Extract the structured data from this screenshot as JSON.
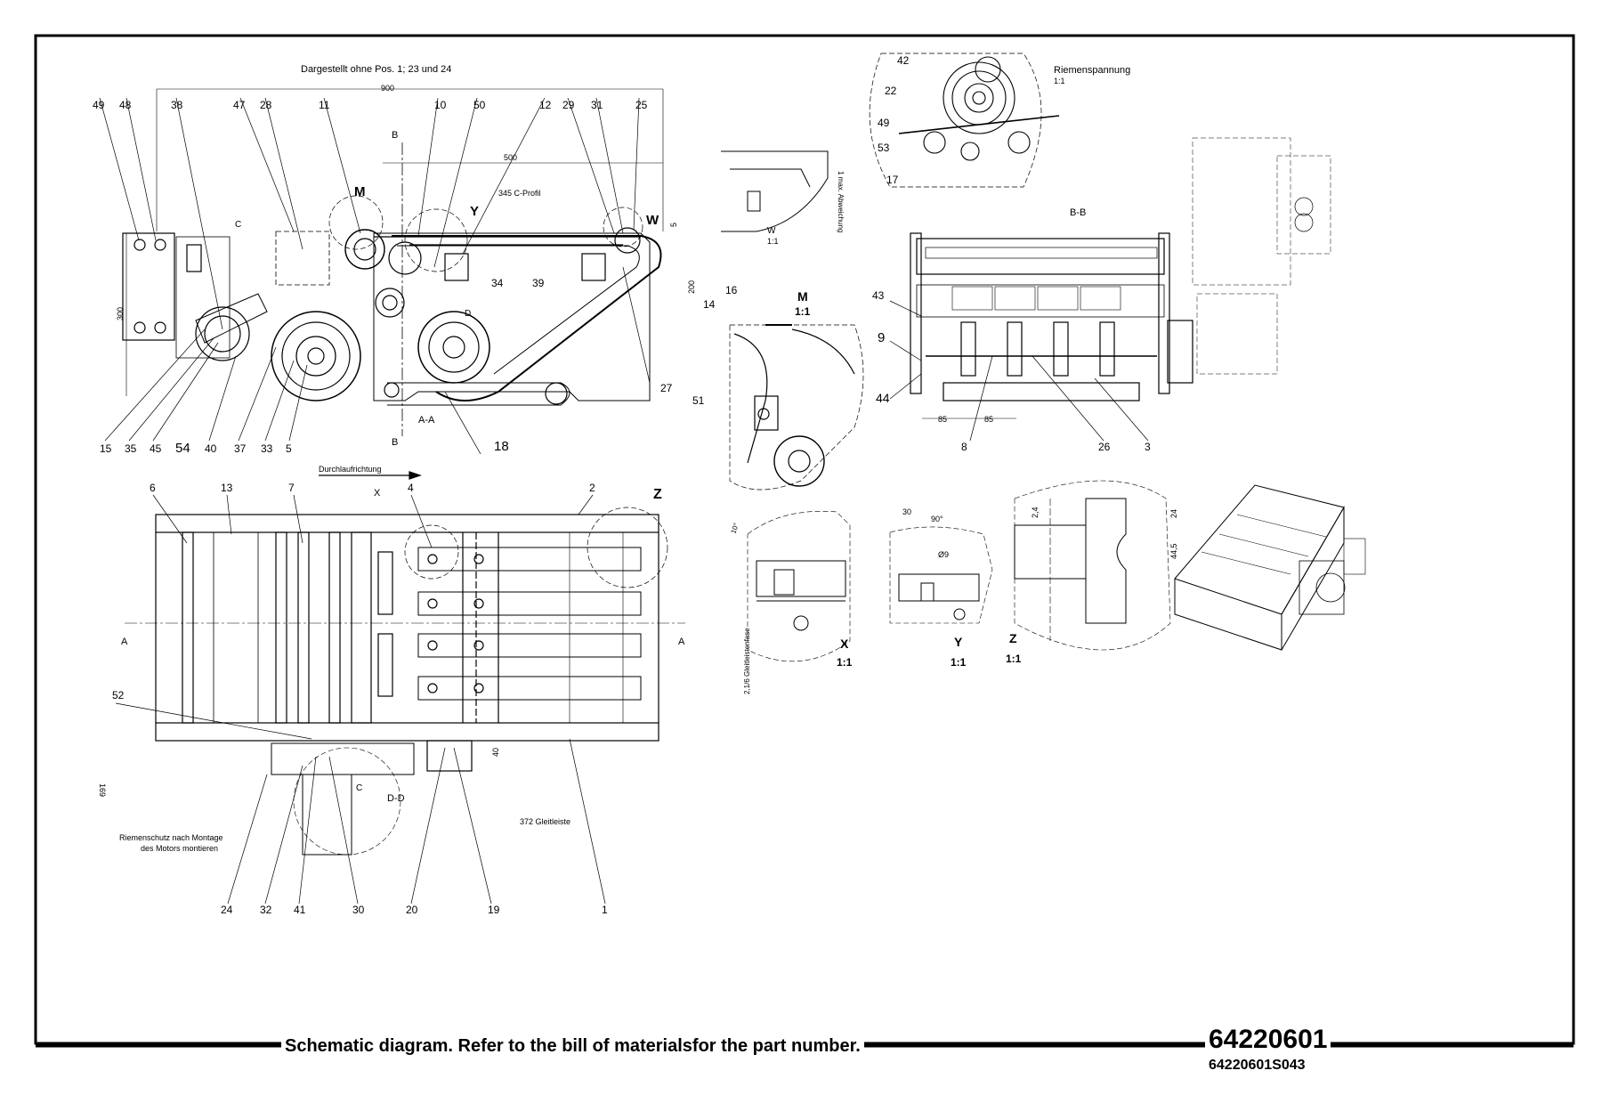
{
  "titleblock": {
    "caption": "Schematic diagram. Refer to the bill of materialsfor the part number.",
    "drawing_number": "64220601",
    "sheet_id": "64220601S043"
  },
  "views": {
    "side_note": "Dargestellt ohne Pos. 1; 23 und 24",
    "dim_900": "900",
    "dim_500": "500",
    "dim_345": "345 C-Profil",
    "dim_300": "300",
    "dim_200": "200",
    "dim_5": "5",
    "section_aa": "A-A",
    "section_bb": "B-B",
    "section_dd": "D-D",
    "flow_label": "Durchlaufrichtung",
    "riemenspannung": "Riemenspannung",
    "scale_11": "1:1",
    "guard_note_1": "Riemenschutz nach Montage",
    "guard_note_2": "des Motors montieren",
    "glide_strip": "372 Gleitleiste",
    "dim_85a": "85",
    "dim_85b": "85",
    "dim_40": "40",
    "dim_169": "169",
    "dim_30": "30",
    "dim_90deg": "90°",
    "dim_10deg": "10°",
    "dim_24a": "24",
    "dim_24b": "2,4",
    "dim_445": "44,5",
    "dim_phi9": "Ø9",
    "detail_note": "1 max. Abweichung",
    "glide_note": "2,1/6 Gleitleistenfase"
  },
  "detail_letters": {
    "M": "M",
    "Y": "Y",
    "W": "W",
    "X": "X",
    "Z": "Z",
    "A": "A",
    "B": "B",
    "C": "C",
    "D": "D"
  },
  "balloons": {
    "b1": "1",
    "b2": "2",
    "b3": "3",
    "b4": "4",
    "b5": "5",
    "b6": "6",
    "b7": "7",
    "b8": "8",
    "b9": "9",
    "b10": "10",
    "b11": "11",
    "b12": "12",
    "b13": "13",
    "b14": "14",
    "b15": "15",
    "b16": "16",
    "b17": "17",
    "b18": "18",
    "b19": "19",
    "b20": "20",
    "b22": "22",
    "b24": "24",
    "b25": "25",
    "b26": "26",
    "b27": "27",
    "b28": "28",
    "b29": "29",
    "b30": "30",
    "b31": "31",
    "b32": "32",
    "b33": "33",
    "b34": "34",
    "b35": "35",
    "b37": "37",
    "b38": "38",
    "b39": "39",
    "b40": "40",
    "b41": "41",
    "b42": "42",
    "b43": "43",
    "b44": "44",
    "b45": "45",
    "b47": "47",
    "b48": "48",
    "b49": "49",
    "b50": "50",
    "b51": "51",
    "b52": "52",
    "b53": "53",
    "b54": "54",
    "b49b": "49"
  }
}
